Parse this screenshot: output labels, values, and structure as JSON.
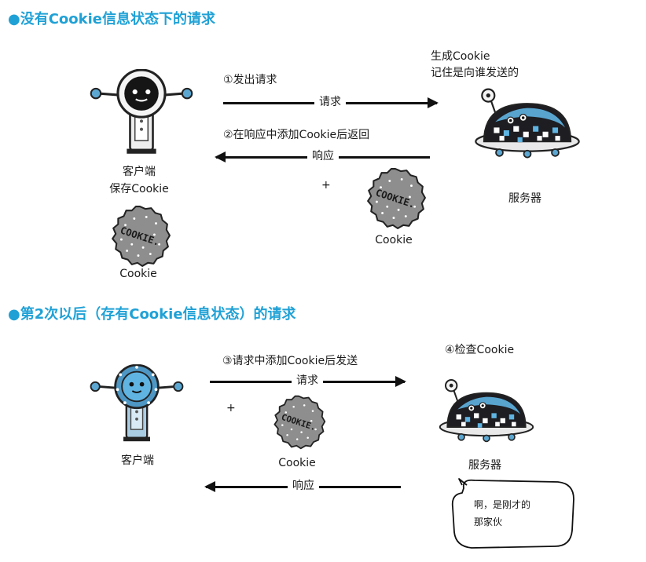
{
  "section1": {
    "heading": "●没有Cookie信息状态下的请求",
    "step1": "①发出请求",
    "request_label": "请求",
    "step2": "②在响应中添加Cookie后返回",
    "response_label": "响应",
    "server_note_line1": "生成Cookie",
    "server_note_line2": "记住是向谁发送的",
    "client_label_line1": "客户端",
    "client_label_line2": "保存Cookie",
    "client_cookie_label": "Cookie",
    "plus": "+",
    "cookie_label": "Cookie",
    "server_label": "服务器"
  },
  "section2": {
    "heading": "●第2次以后（存有Cookie信息状态）的请求",
    "step3": "③请求中添加Cookie后发送",
    "request_label": "请求",
    "step4": "④检查Cookie",
    "client_label": "客户端",
    "plus": "+",
    "cookie_label": "Cookie",
    "server_label": "服务器",
    "response_label": "响应",
    "speech_line1": "啊，是刚才的",
    "speech_line2": "那家伙"
  },
  "cookie_text": "COOKIE.",
  "colors": {
    "heading": "#1fa1d6",
    "cookie": "#8e8e8e",
    "robot_blue": "#4e97c4",
    "server_dark": "#1d1d22"
  }
}
